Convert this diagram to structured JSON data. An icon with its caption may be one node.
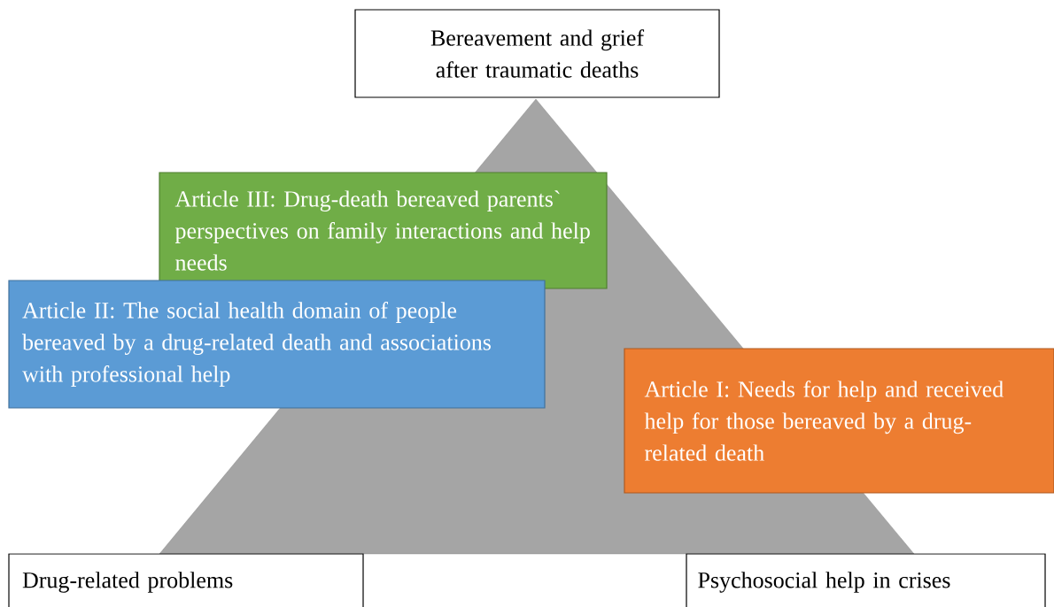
{
  "diagram": {
    "nodes": [
      {
        "text": [
          "Bereavement and grief after traumatic deaths"
        ]
      },
      {
        "text": [
          "Article III: Drug-death bereaved parents` perspectives on family interactions and help needs"
        ]
      },
      {
        "text": [
          "Article II: The social health domain of people bereaved by a drug-related death and associations with professional help"
        ]
      },
      {
        "text": [
          "Article I: Needs for help and received help for those bereaved by a drug-related death"
        ]
      },
      {
        "text": [
          "Drug-related problems"
        ]
      },
      {
        "text": [
          "Psychosocial help in crises"
        ]
      }
    ]
  }
}
